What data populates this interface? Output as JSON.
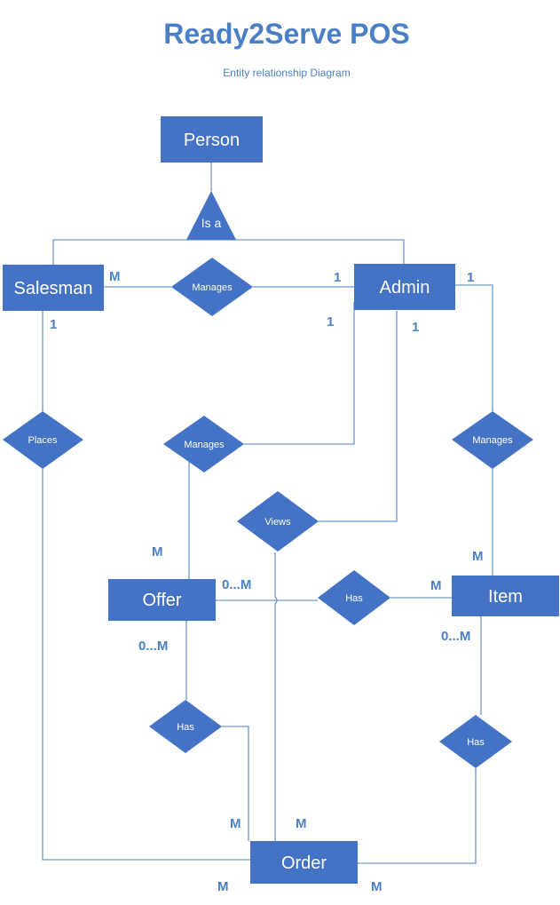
{
  "title": "Ready2Serve POS",
  "subtitle": "Entity relationship Diagram",
  "entities": {
    "person": "Person",
    "salesman": "Salesman",
    "admin": "Admin",
    "offer": "Offer",
    "item": "Item",
    "order": "Order"
  },
  "isa": "Is a",
  "relationships": {
    "salesman_admin": "Manages",
    "salesman_order": "Places",
    "admin_offer": "Manages",
    "admin_order": "Views",
    "admin_item": "Manages",
    "offer_item": "Has",
    "offer_order": "Has",
    "item_order": "Has"
  },
  "cardinalities": {
    "salesman_manages": "M",
    "admin_manages_salesman": "1",
    "salesman_places": "1",
    "admin_manages_offer": "1",
    "admin_views": "1",
    "admin_manages_item": "1",
    "offer_managed": "M",
    "item_managed": "M",
    "offer_has_item": "0...M",
    "item_has_offer": "M",
    "offer_has_order": "0...M",
    "item_has_order": "0...M",
    "order_from_offer": "M",
    "order_from_admin": "M",
    "order_from_salesman": "M",
    "order_from_item": "M"
  }
}
